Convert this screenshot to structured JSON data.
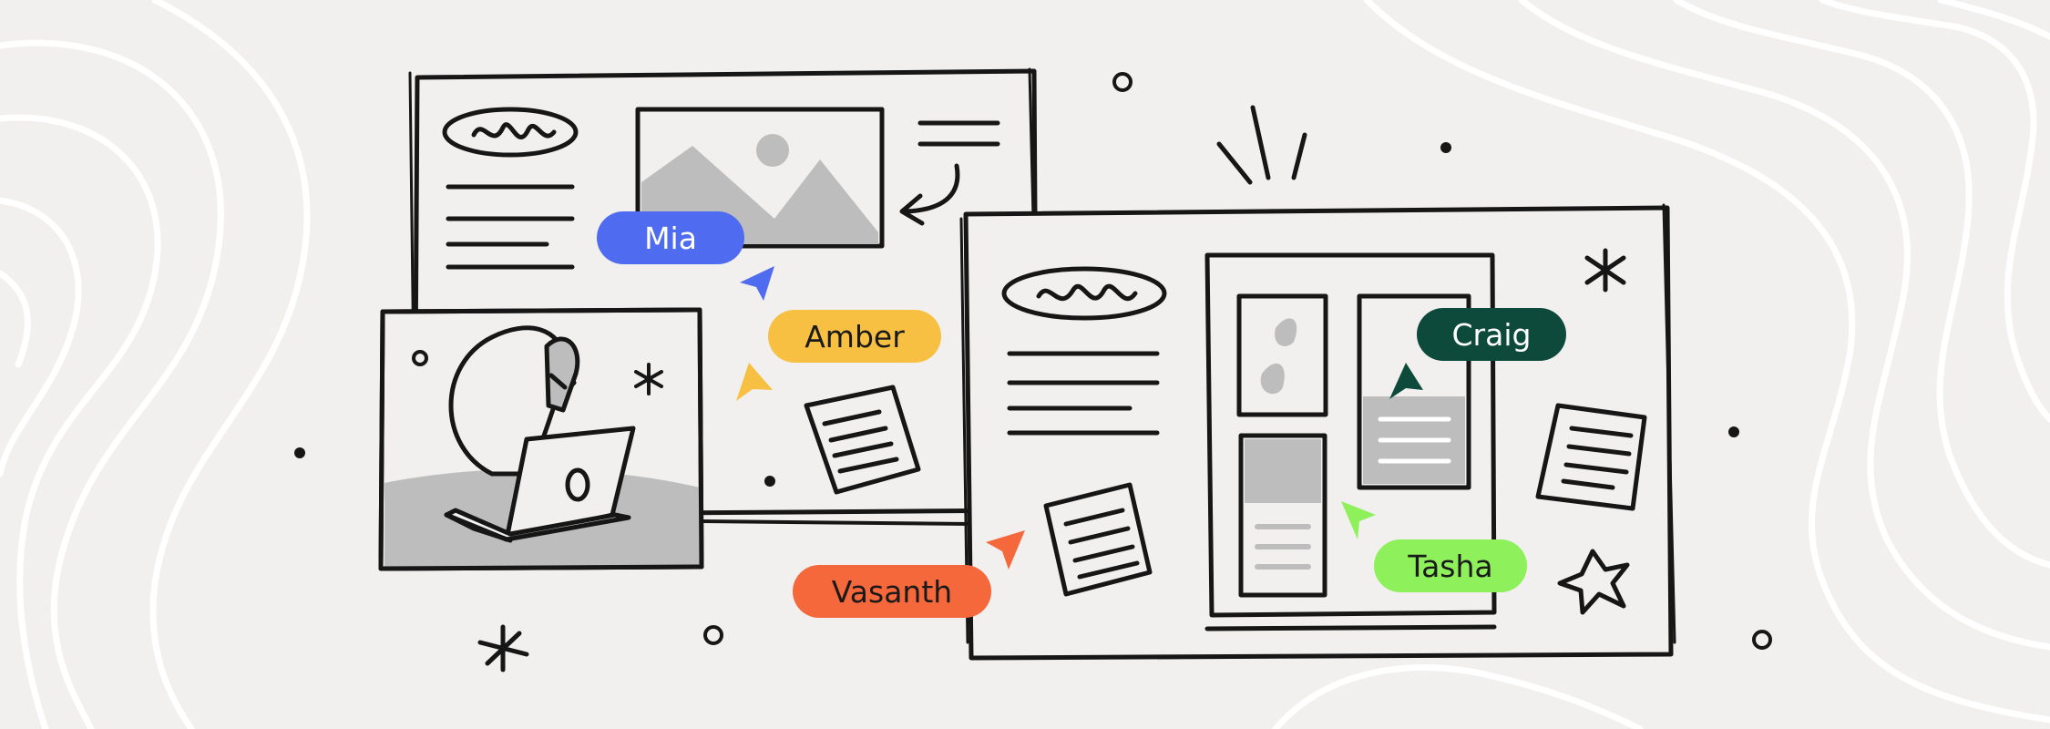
{
  "palette": {
    "background": "#f2f0ef",
    "ink": "#161616",
    "fill_gray": "#bdbdbd",
    "paper": "#f2f0ef",
    "contour": "#ffffff"
  },
  "collaborators": [
    {
      "name": "Mia",
      "color": "#4f6cf0",
      "text_color": "#ffffff",
      "icon": "cursor-arrow-icon"
    },
    {
      "name": "Amber",
      "color": "#f8c043",
      "text_color": "#1a1a1a",
      "icon": "cursor-arrow-icon"
    },
    {
      "name": "Craig",
      "color": "#0e4a3c",
      "text_color": "#ffffff",
      "icon": "cursor-arrow-icon"
    },
    {
      "name": "Tasha",
      "color": "#8ef05a",
      "text_color": "#1a1a1a",
      "icon": "cursor-arrow-icon"
    },
    {
      "name": "Vasanth",
      "color": "#f4683c",
      "text_color": "#1a1a1a",
      "icon": "cursor-arrow-icon"
    }
  ],
  "decorations": [
    "asterisk-icon",
    "star-icon",
    "sparkle-icon",
    "image-placeholder-icon",
    "sticky-note-icon",
    "laptop-icon",
    "curved-arrow-icon"
  ]
}
